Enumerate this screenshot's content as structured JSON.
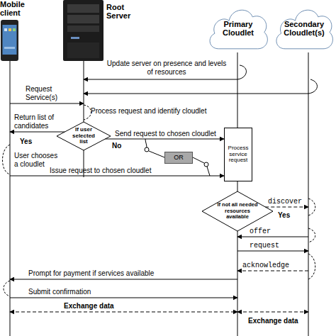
{
  "diagram": {
    "nodes": [
      {
        "text": [
          "Mobile client"
        ]
      },
      {
        "text": [
          "Root Server"
        ]
      },
      {
        "text": [
          "Primary Cloudlet"
        ]
      },
      {
        "text": [
          "Secondary Cloudlet(s)"
        ]
      },
      {
        "text": [
          "If user selected list"
        ]
      },
      {
        "text": [
          "OR"
        ]
      },
      {
        "text": [
          "Process service request"
        ]
      },
      {
        "text": [
          "If not all needed resources available"
        ]
      }
    ],
    "edges": [
      {
        "from": 2,
        "to": 1,
        "label": "Update server on presence and levels of resources",
        "arrow": "to"
      },
      {
        "from": 3,
        "to": 1,
        "arrow": "to"
      },
      {
        "from": 0,
        "to": 1,
        "label": "Request Service(s)",
        "arrow": "to"
      },
      {
        "from": 4,
        "to": 0,
        "label": "Return list of candidates",
        "arrow": "to"
      },
      {
        "from": 4,
        "to": 6,
        "label": "Send request to chosen cloudlet",
        "arrow": "to"
      },
      {
        "from": 0,
        "to": 6,
        "label": "Issue request to chosen cloudlet",
        "arrow": "to"
      },
      {
        "from": 7,
        "to": 3,
        "label": "discover",
        "arrow": "to"
      },
      {
        "from": 3,
        "to": 2,
        "label": "offer",
        "arrow": "to"
      },
      {
        "from": 2,
        "to": 3,
        "label": "request",
        "arrow": "to"
      },
      {
        "from": 3,
        "to": 2,
        "label": "acknowledge",
        "arrow": "to"
      },
      {
        "from": 2,
        "to": 0,
        "label": "Prompt for payment if services available",
        "arrow": "to"
      },
      {
        "from": 0,
        "to": 2,
        "label": "Submit confirmation",
        "arrow": "to"
      },
      {
        "from": 0,
        "to": 2,
        "label": "Exchange data",
        "arrow": "both"
      },
      {
        "from": 2,
        "to": 3,
        "label": "Exchange data",
        "arrow": "both"
      }
    ],
    "labels": [
      "Process request and identify cloudlet",
      "Yes",
      "No",
      "User chooses a cloudlet",
      "Yes"
    ]
  }
}
